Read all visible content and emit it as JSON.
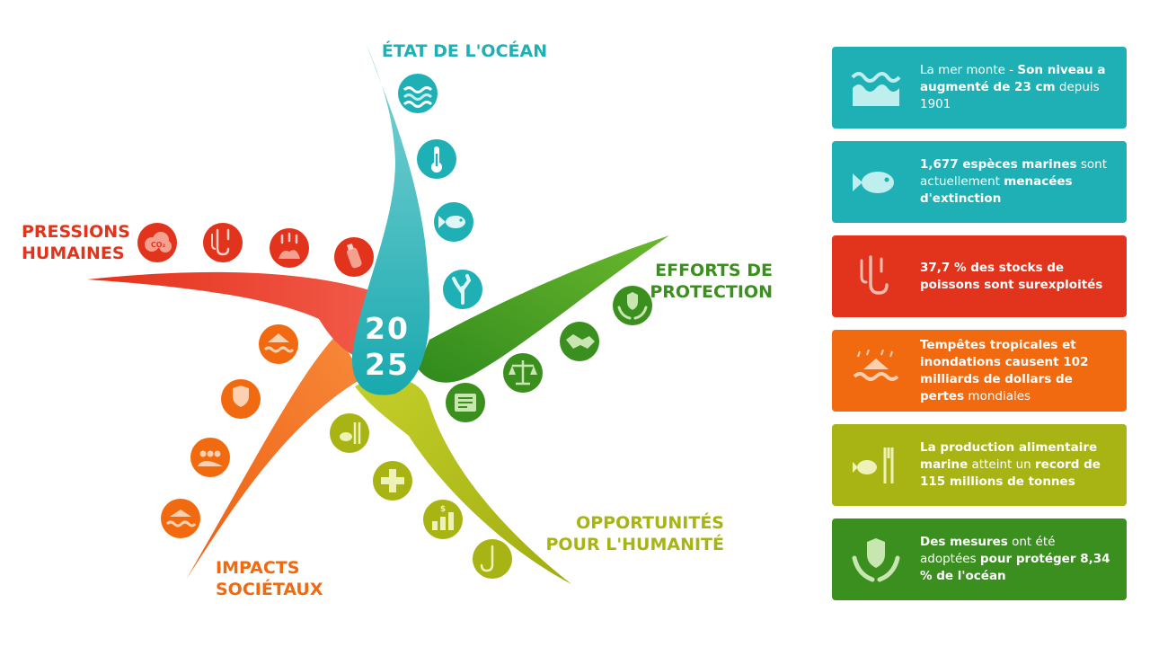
{
  "year_top": "20",
  "year_bottom": "25",
  "categories": {
    "etat": {
      "label": "ÉTAT DE L'OCÉAN",
      "color": "#1fb0b5"
    },
    "pressions": {
      "line1": "PRESSIONS",
      "line2": "HUMAINES",
      "color": "#e2341c"
    },
    "efforts": {
      "line1": "EFFORTS DE",
      "line2": "PROTECTION",
      "color": "#3b8f1e"
    },
    "opportunites": {
      "line1": "OPPORTUNITÉS",
      "line2": "POUR L'HUMANITÉ",
      "color": "#a8b413"
    },
    "impacts": {
      "line1": "IMPACTS",
      "line2": "SOCIÉTAUX",
      "color": "#f16a10"
    }
  },
  "icons": {
    "etat": [
      "waves-icon",
      "thermometer-icon",
      "fish-icon",
      "coral-icon"
    ],
    "pressions": [
      "co2-cloud-icon",
      "fishing-hooks-icon",
      "pollution-icon",
      "plastic-bottle-icon"
    ],
    "efforts": [
      "shield-hands-icon",
      "handshake-icon",
      "scales-icon",
      "document-icon"
    ],
    "opportunites": [
      "fish-fork-knife-icon",
      "medical-cross-icon",
      "coins-growth-icon",
      "fishing-hook-icon"
    ],
    "impacts": [
      "storm-flood-icon",
      "insurance-shield-icon",
      "community-icon",
      "flooded-house-icon"
    ]
  },
  "cards": [
    {
      "color": "#1fb0b5",
      "icon": "sea-level-waves-icon",
      "segments": [
        {
          "text": "La mer monte - ",
          "bold": false
        },
        {
          "text": "Son niveau a augmenté de 23 cm",
          "bold": true
        },
        {
          "text": " depuis 1901",
          "bold": false
        }
      ]
    },
    {
      "color": "#1fb0b5",
      "icon": "fish-icon",
      "segments": [
        {
          "text": "1,677 espèces marines",
          "bold": true
        },
        {
          "text": " sont actuellement ",
          "bold": false
        },
        {
          "text": "menacées d'extinction",
          "bold": true
        }
      ]
    },
    {
      "color": "#e2341c",
      "icon": "fishing-hooks-icon",
      "segments": [
        {
          "text": "37,7 % des stocks de poissons sont surexploités",
          "bold": true
        }
      ]
    },
    {
      "color": "#f16a10",
      "icon": "storm-flood-icon",
      "segments": [
        {
          "text": "Tempêtes tropicales et inondations causent 102 milliards de dollars de pertes",
          "bold": true
        },
        {
          "text": " mondiales",
          "bold": false
        }
      ]
    },
    {
      "color": "#a8b413",
      "icon": "fish-fork-knife-icon",
      "segments": [
        {
          "text": "La production alimentaire marine",
          "bold": true
        },
        {
          "text": " atteint un ",
          "bold": false
        },
        {
          "text": "record de 115 millions de tonnes",
          "bold": true
        }
      ]
    },
    {
      "color": "#3b8f1e",
      "icon": "shield-hands-icon",
      "segments": [
        {
          "text": "Des mesures",
          "bold": true
        },
        {
          "text": " ont été adoptées ",
          "bold": false
        },
        {
          "text": "pour protéger 8,34 % de l'océan",
          "bold": true
        }
      ]
    }
  ]
}
